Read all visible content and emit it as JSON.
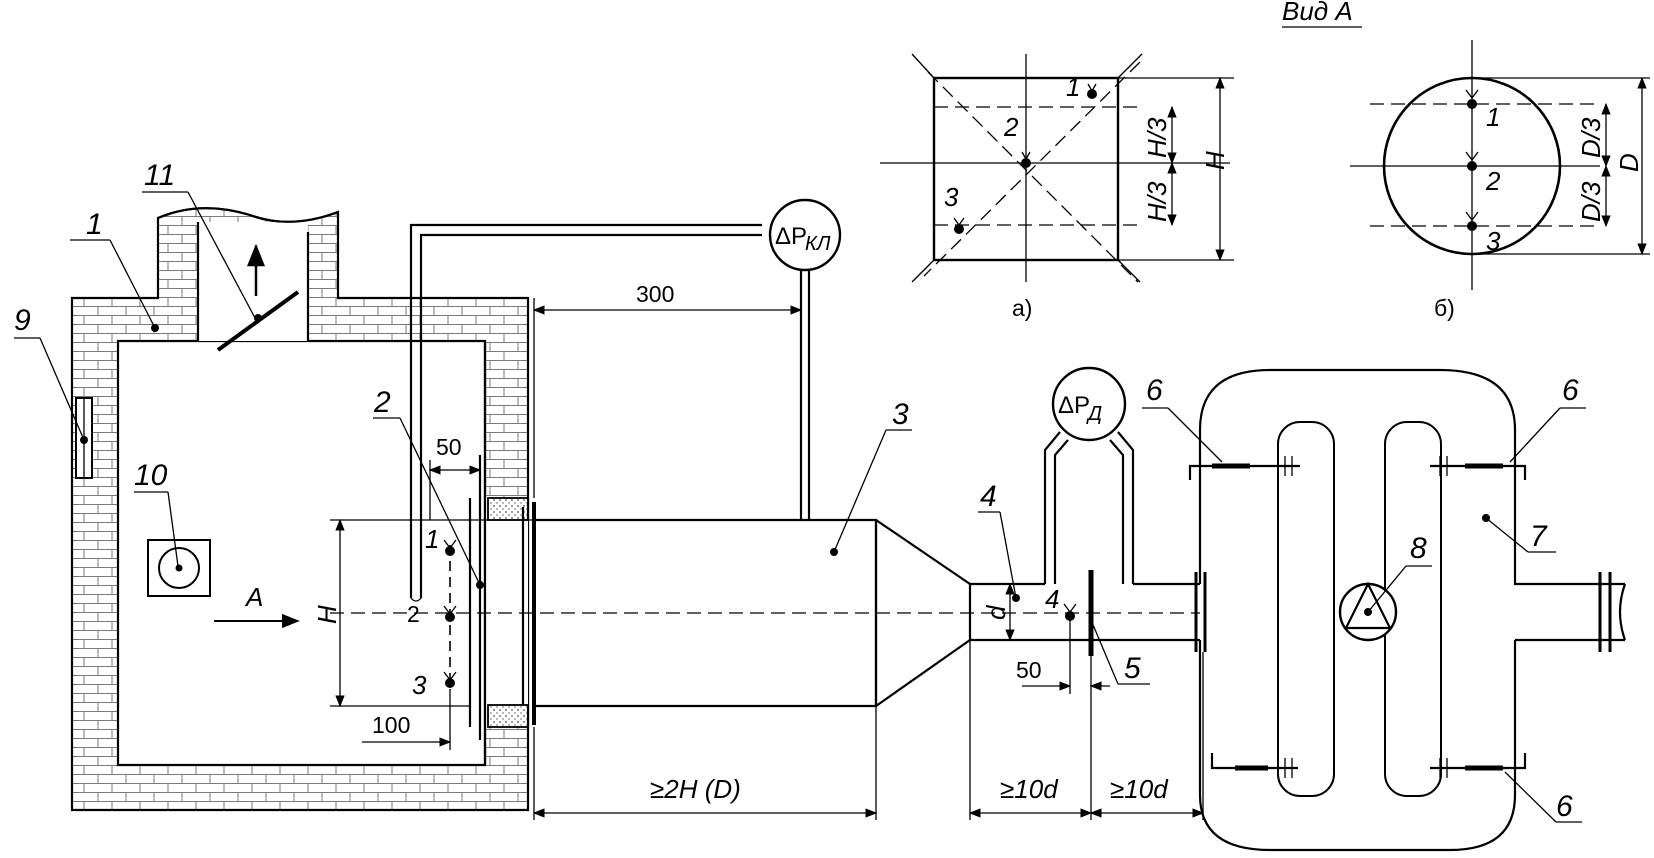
{
  "view_title": "Вид А",
  "view_labels": {
    "a": "а)",
    "b": "б)"
  },
  "callouts": [
    "1",
    "2",
    "3",
    "4",
    "5",
    "6",
    "7",
    "8",
    "9",
    "10",
    "11"
  ],
  "callout_6_repeat": "6",
  "gauges": {
    "valve": "ΔP",
    "valve_sub": "КЛ",
    "diaphragm": "ΔP",
    "diaphragm_sub": "Д"
  },
  "points": {
    "main": [
      "1",
      "2",
      "3"
    ],
    "pipe": "4",
    "square": [
      "1",
      "2",
      "3"
    ],
    "circle": [
      "1",
      "2",
      "3"
    ]
  },
  "dimensions": {
    "d300": "300",
    "d50_top": "50",
    "d100": "100",
    "d50_bottom": "50",
    "len_2h": "≥2H (D)",
    "len_10d_a": "≥10d",
    "len_10d_b": "≥10d",
    "H_main": "H",
    "d_pipe": "d",
    "H_sq": "H",
    "H3_a": "H/3",
    "H3_b": "H/3",
    "D_circ": "D",
    "D3_a": "D/3",
    "D3_b": "D/3"
  },
  "flow_label": "A"
}
